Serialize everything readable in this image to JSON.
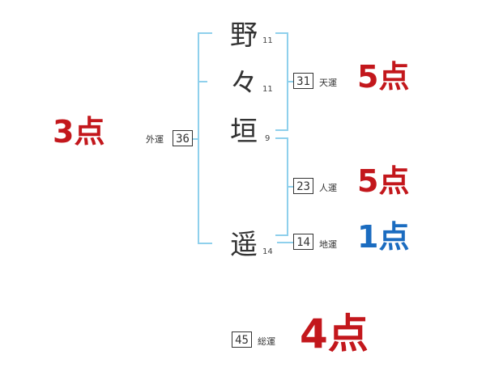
{
  "name_chars": [
    {
      "char": "野",
      "strokes": "11"
    },
    {
      "char": "々",
      "strokes": "11"
    },
    {
      "char": "垣",
      "strokes": "9"
    },
    {
      "char": "遥",
      "strokes": "14"
    }
  ],
  "fortunes": {
    "gaiun": {
      "label": "外運",
      "value": "36",
      "score": "3点",
      "color": "#c3171c"
    },
    "tenun": {
      "label": "天運",
      "value": "31",
      "score": "5点",
      "color": "#c3171c"
    },
    "jinun": {
      "label": "人運",
      "value": "23",
      "score": "5点",
      "color": "#c3171c"
    },
    "chiun": {
      "label": "地運",
      "value": "14",
      "score": "1点",
      "color": "#1b6cc0"
    },
    "souun": {
      "label": "総運",
      "value": "45",
      "score": "4点",
      "color": "#c3171c"
    }
  },
  "bracket_color": "#8fd0ec"
}
